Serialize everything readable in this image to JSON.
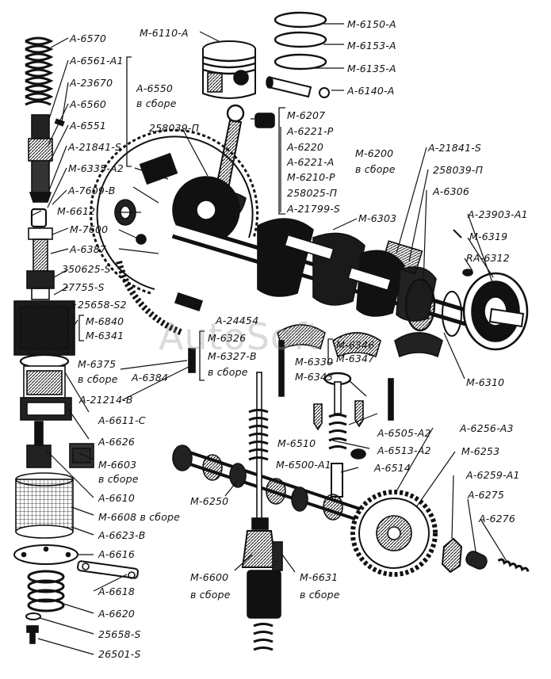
{
  "colors": {
    "ink": "#111111",
    "background": "#ffffff",
    "watermark": "#9a9a9a"
  },
  "watermark": "AutoSoft",
  "labels": {
    "a6570": "А-6570",
    "a6561a1": "А-6561-А1",
    "a23670": "А-23670",
    "a6560": "А-6560",
    "a6550": "А-6550",
    "v_sbore_1": "в сборе",
    "a6551": "А-6551",
    "a21841s_left": "А-21841-S",
    "m6335a2": "М-6335-А2",
    "a7609b": "А-7609-В",
    "m6612": "М-6612",
    "m7600": "М-7600",
    "a6387": "А-6387",
    "n350625s": "350625-S",
    "n27755s": "27755-S",
    "n25658s2": "25658-S2",
    "m6840": "М-6840",
    "m6341": "М-6341",
    "m6375": "М-6375",
    "v_sbore_2": "в сборе",
    "a6384": "А-6384",
    "a21214b": "А-21214-В",
    "a6611c": "А-6611-С",
    "a6626": "А-6626",
    "m6603": "М-6603",
    "v_sbore_3": "в сборе",
    "a6610": "А-6610",
    "m6608": "М-6608 в сборе",
    "a6623b": "А-6623-В",
    "a6616": "А-6616",
    "a6618": "А-6618",
    "a6620": "А-6620",
    "n25658s": "25658-S",
    "n26501s": "26501-S",
    "m6110a": "М-6110-А",
    "m6150a": "М-6150-А",
    "m6153a": "М-6153-А",
    "m6135a": "М-6135-А",
    "a6140a": "А-6140-А",
    "n258039p_top": "258039-П",
    "m6207": "М-6207",
    "a6221p": "А-6221-Р",
    "a6220": "А-6220",
    "a6221a": "А-6221-А",
    "m6210p": "М-6210-Р",
    "n258025p": "258025-П",
    "a21799s": "А-21799-S",
    "m6200": "М-6200",
    "v_sbore_4": "в сборе",
    "a21841s_right": "А-21841-S",
    "n258039p_right": "258039-П",
    "a6306": "А-6306",
    "m6303": "М-6303",
    "a23903a1": "А-23903-А1",
    "m6319": "М-6319",
    "ra6312": "RА-6312",
    "a24454": "А-24454",
    "m6326": "М-6326",
    "m6327b": "М-6327-В",
    "v_sbore_5": "в сборе",
    "m6346": "М-6346",
    "m6347": "М-6347",
    "m6330": "М-6330",
    "m6343": "М-6343",
    "m6310": "М-6310",
    "a6505a2": "А-6505-А2",
    "a6513a2": "А-6513-А2",
    "m6510": "М-6510",
    "m6500a1": "М-6500-А1",
    "a6514": "А-6514",
    "a6256a3": "А-6256-А3",
    "m6253": "М-6253",
    "a6259a1": "А-6259-А1",
    "a6275": "А-6275",
    "a6276": "А-6276",
    "m6250": "М-6250",
    "m6600": "М-6600",
    "v_sbore_6": "в сборе",
    "m6631": "М-6631",
    "v_sbore_7": "в сборе"
  }
}
